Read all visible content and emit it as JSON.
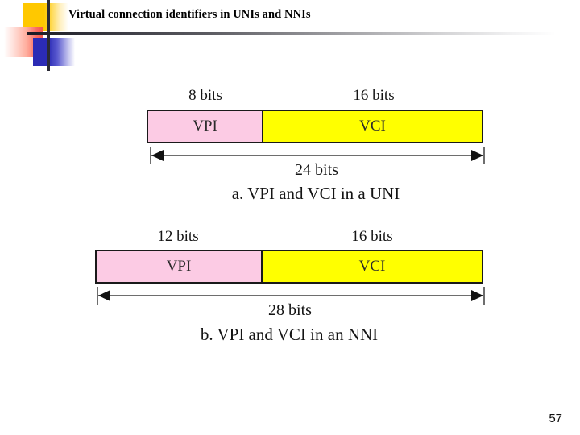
{
  "slide": {
    "title": "Virtual connection identifiers in UNIs and NNIs",
    "number": "57"
  },
  "figures": [
    {
      "id": "uni",
      "left_field": {
        "label": "VPI",
        "size_label": "8 bits"
      },
      "right_field": {
        "label": "VCI",
        "size_label": "16 bits"
      },
      "total_label": "24 bits",
      "caption": "a. VPI and VCI in a UNI"
    },
    {
      "id": "nni",
      "left_field": {
        "label": "VPI",
        "size_label": "12 bits"
      },
      "right_field": {
        "label": "VCI",
        "size_label": "16 bits"
      },
      "total_label": "28 bits",
      "caption": "b. VPI and VCI in an NNI"
    }
  ],
  "colors": {
    "vpi_fill": "#FCCBE4",
    "vci_fill": "#FFFF00",
    "border": "#1A1A1A",
    "arrow": "#6E6E6E",
    "deco_yellow": "#FFC800",
    "deco_red": "#F2584E",
    "deco_blue": "#2B2BB5",
    "rule": "#1B1B24"
  }
}
